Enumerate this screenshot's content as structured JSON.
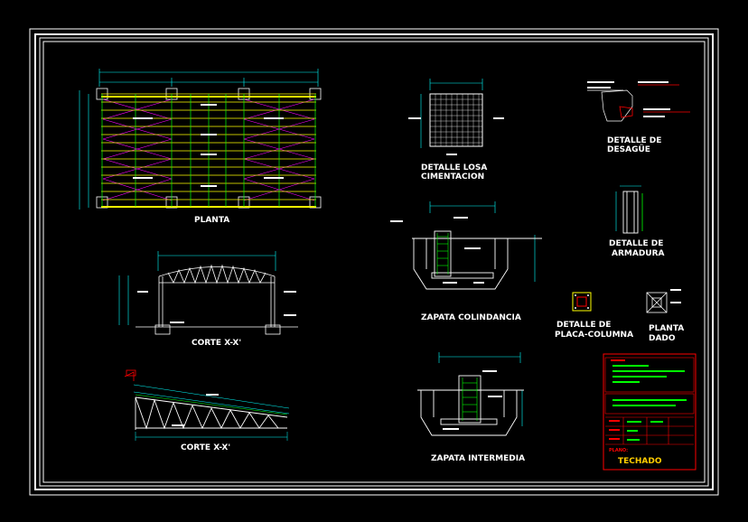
{
  "colors": {
    "background": "#000000",
    "frame": "#ffffff",
    "beam_yellow": "#ffff00",
    "bracing_magenta": "#ff00ff",
    "dimension_cyan": "#00ffff",
    "section_green": "#00ff00",
    "note_red": "#ff0000",
    "title_text_orange": "#ffcc00"
  },
  "labels": {
    "planta": "PLANTA",
    "corte_xx_1": "CORTE X-X'",
    "corte_xx_2": "CORTE X-X'",
    "detalle_losa_1": "DETALLE LOSA",
    "detalle_losa_2": "CIMENTACION",
    "zapata_colindancia": "ZAPATA COLINDANCIA",
    "zapata_intermedia": "ZAPATA INTERMEDIA",
    "detalle_desague_1": "DETALLE DE",
    "detalle_desague_2": "DESAGÜE",
    "detalle_armadura_1": "DETALLE DE",
    "detalle_armadura_2": "ARMADURA",
    "detalle_placa_1": "DETALLE DE",
    "detalle_placa_2": "PLACA-COLUMNA",
    "planta_dado_1": "PLANTA",
    "planta_dado_2": "DADO"
  },
  "title_block": {
    "plano_label": "PLANO:",
    "plano_value": "TECHADO"
  }
}
